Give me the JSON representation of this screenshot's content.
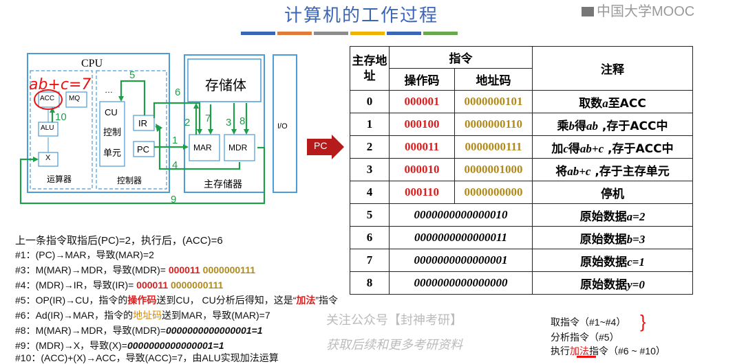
{
  "header": {
    "title": "计算机的工作过程",
    "logo_text": "中国大学MOOC",
    "color_bars": [
      "#3b66b8",
      "#e07b39",
      "#8c8c8c",
      "#f0b400",
      "#3b66b8",
      "#6aa84f"
    ]
  },
  "diagram": {
    "cpu_label": "CPU",
    "handwritten": "ab+c=7",
    "acc": "ACC",
    "mq": "MQ",
    "alu": "ALU",
    "x": "X",
    "alu_unit": "运算器",
    "cu_label": "CU",
    "cu_sub1": "控制",
    "cu_sub2": "单元",
    "ir": "IR",
    "pc": "PC",
    "control_unit": "控制器",
    "dots": "…",
    "storage": "存储体",
    "mar": "MAR",
    "mdr": "MDR",
    "main_memory": "主存储器",
    "io": "I/O",
    "steps": {
      "s1": "1",
      "s2": "2",
      "s3": "3",
      "s4": "4",
      "s5": "5",
      "s6": "6",
      "s7": "7",
      "s8": "8",
      "s9": "9",
      "s10": "10"
    }
  },
  "pc_pointer": "PC",
  "table": {
    "h_addr": "主存地址",
    "h_instr": "指令",
    "h_opcode": "操作码",
    "h_addrcode": "地址码",
    "h_note": "注释",
    "rows": [
      {
        "addr": "0",
        "op": "000001",
        "ad": "0000000101",
        "note_a": "取数",
        "note_v": "a",
        "note_b": "至ACC"
      },
      {
        "addr": "1",
        "op": "000100",
        "ad": "0000000110",
        "note_a": "乘",
        "note_v": "b",
        "note_b": "得",
        "note_v2": "ab",
        "note_c": " ,存于ACC中"
      },
      {
        "addr": "2",
        "op": "000011",
        "ad": "0000000111",
        "note_a": "加",
        "note_v": "c",
        "note_b": "得",
        "note_v2": "ab+c",
        "note_c": " ,存于ACC中"
      },
      {
        "addr": "3",
        "op": "000010",
        "ad": "0000001000",
        "note_a": "将",
        "note_v": "ab+c",
        "note_b": " ,存于主存单元"
      },
      {
        "addr": "4",
        "op": "000110",
        "ad": "0000000000",
        "note_a": "停机"
      }
    ],
    "data_rows": [
      {
        "addr": "5",
        "val": "0000000000000010",
        "note_a": "原始数据",
        "note_v": "a=2"
      },
      {
        "addr": "6",
        "val": "0000000000000011",
        "note_a": "原始数据",
        "note_v": "b=3"
      },
      {
        "addr": "7",
        "val": "0000000000000001",
        "note_a": "原始数据",
        "note_v": "c=1"
      },
      {
        "addr": "8",
        "val": "0000000000000000",
        "note_a": "原始数据",
        "note_v": "y=0"
      }
    ]
  },
  "steps_text": {
    "intro": "上一条指令取指后(PC)=2，执行后，(ACC)=6",
    "l1": "#1：(PC)→MAR，导致(MAR)=2",
    "l3a": "#3：M(MAR)→MDR，导致(MDR)= ",
    "l3_op": "000011",
    "l3_ad": "0000000111",
    "l4a": "#4：(MDR)→IR，导致(IR)= ",
    "l4_op": "000011",
    "l4_ad": "0000000111",
    "l5a": "#5：OP(IR)→CU，指令的",
    "l5_hl": "操作码",
    "l5b": "送到CU， CU分析后得知，这是“",
    "l5_hl2": "加法",
    "l5c": "”指令",
    "l6a": "#6：Ad(IR)→MAR，指令的",
    "l6_hl": "地址码",
    "l6b": "送到MAR，导致(MAR)=7",
    "l8a": "#8：M(MAR)→MDR，导致(MDR)=",
    "l8_v": "0000000000000001=1",
    "l9a": "#9：(MDR)→X，导致(X)=",
    "l9_v": "0000000000000001=1",
    "l10": "#10：(ACC)+(X)→ACC，导致(ACC)=7，由ALU实现加法运算"
  },
  "watermark": {
    "line1": "关注公众号【封神考研】",
    "line2": "获取后续和更多考研资料"
  },
  "phase_notes": {
    "fetch": "取指令（#1~#4）",
    "analyze": "分析指令（#5）",
    "exec_a": "执行",
    "exec_hl": "加法",
    "exec_b": "指令（#6 ~ #10）"
  }
}
